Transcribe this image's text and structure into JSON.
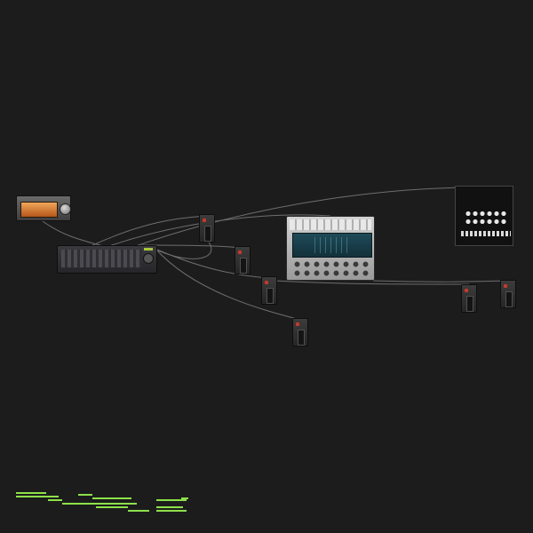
{
  "workspace": {
    "background_color": "#1c1c1c",
    "cable_color": "#8a8a8a",
    "status_bar_color": "#8ee04a"
  },
  "devices": [
    {
      "id": "amp",
      "name": "amp-display-device"
    },
    {
      "id": "mixer",
      "name": "mixer-device"
    },
    {
      "id": "synth",
      "name": "synth-device"
    },
    {
      "id": "sequencer",
      "name": "sequencer-device"
    },
    {
      "id": "m1",
      "name": "module"
    },
    {
      "id": "m2",
      "name": "module"
    },
    {
      "id": "m3",
      "name": "module"
    },
    {
      "id": "m4",
      "name": "module"
    },
    {
      "id": "m5",
      "name": "module"
    },
    {
      "id": "m6",
      "name": "module"
    }
  ]
}
